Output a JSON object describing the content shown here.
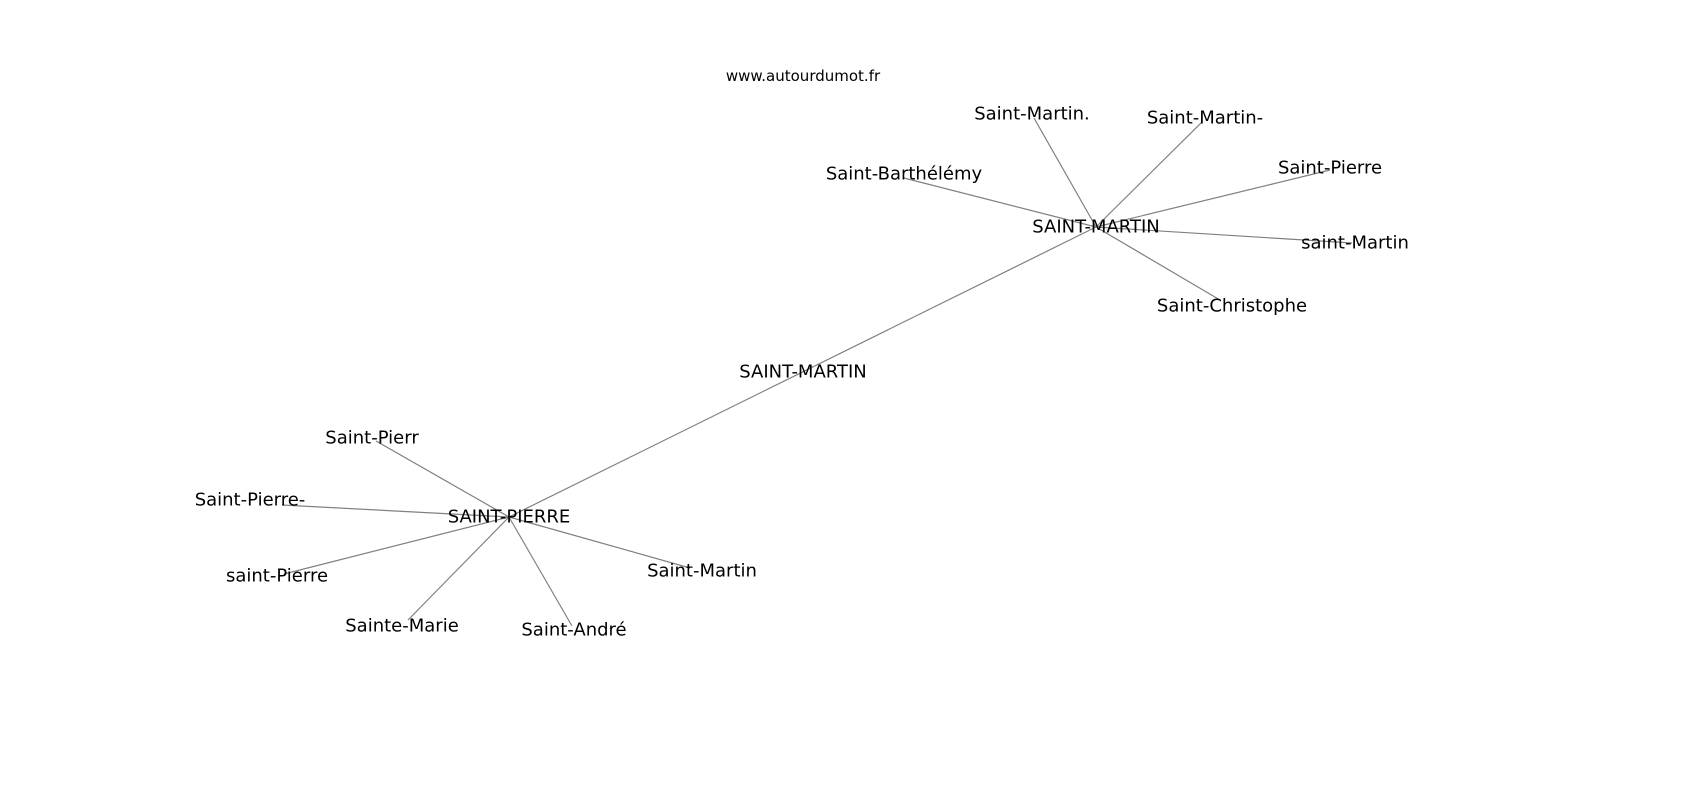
{
  "watermark": "www.autourdumot.fr",
  "edge_color": "#808080",
  "hubs": [
    {
      "label": "SAINT-MARTIN",
      "neighbors": [
        "Saint-Martin.",
        "Saint-Martin-",
        "Saint-Barthélémy",
        "Saint-Pierre",
        "saint-Martin",
        "Saint-Christophe"
      ]
    },
    {
      "label": "SAINT-PIERRE",
      "neighbors": [
        "Saint-Pierr",
        "Saint-Pierre-",
        "saint-Pierre",
        "Sainte-Marie",
        "Saint-André",
        "Saint-Martin"
      ]
    }
  ],
  "link_label": "SAINT-MARTIN"
}
